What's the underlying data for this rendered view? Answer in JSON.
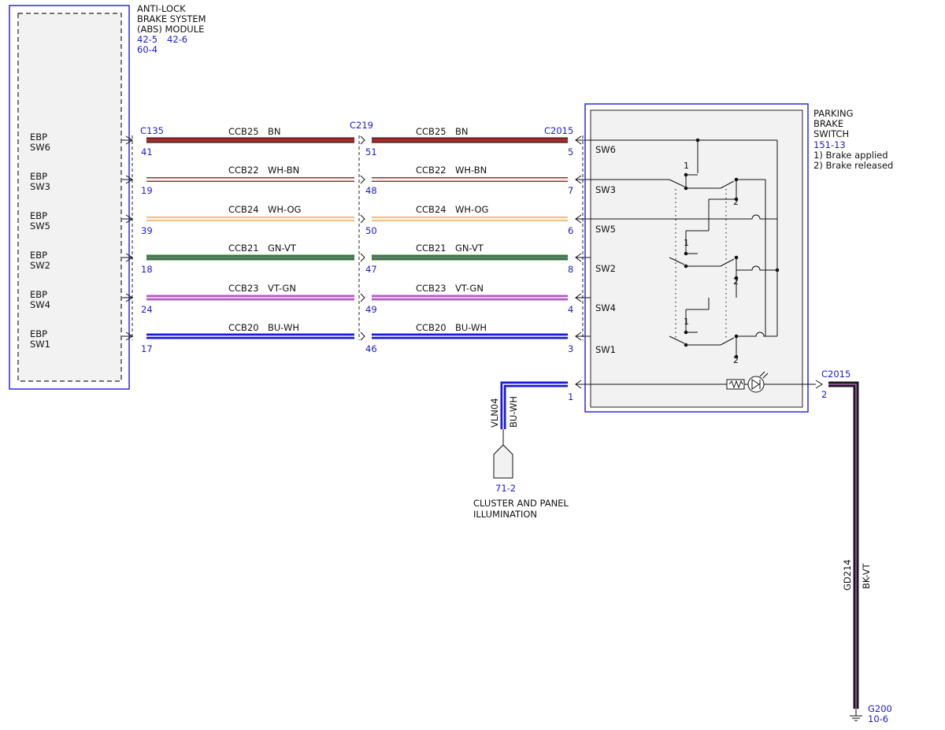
{
  "colors": {
    "ref_blue": "#1a1ad6",
    "BN": "#a52a2a",
    "WH": "#ffffff",
    "OG": "#f0c080",
    "GN": "#2e7d32",
    "VT": "#b05cc0",
    "BU": "#1a1adc",
    "BK": "#1a1a1a"
  },
  "abs_module": {
    "title_lines": [
      "ANTI-LOCK",
      "BRAKE SYSTEM",
      "(ABS) MODULE"
    ],
    "refs": [
      "42-5",
      "42-6",
      "60-4"
    ],
    "pins": [
      {
        "l1": "EBP",
        "l2": "SW6",
        "pin": "41"
      },
      {
        "l1": "EBP",
        "l2": "SW3",
        "pin": "19"
      },
      {
        "l1": "EBP",
        "l2": "SW5",
        "pin": "39"
      },
      {
        "l1": "EBP",
        "l2": "SW2",
        "pin": "18"
      },
      {
        "l1": "EBP",
        "l2": "SW4",
        "pin": "24"
      },
      {
        "l1": "EBP",
        "l2": "SW1",
        "pin": "17"
      }
    ]
  },
  "connectors": {
    "abs": "C135",
    "inline": "C219",
    "switch": "C2015",
    "switch_out": "C2015"
  },
  "wires": [
    {
      "circuit": "CCB25",
      "color": "BN",
      "c219_pin": "51",
      "switch_pin": "5",
      "sw": "SW6"
    },
    {
      "circuit": "CCB22",
      "color": "WH-BN",
      "c219_pin": "48",
      "switch_pin": "7",
      "sw": "SW3"
    },
    {
      "circuit": "CCB24",
      "color": "WH-OG",
      "c219_pin": "50",
      "switch_pin": "6",
      "sw": "SW5"
    },
    {
      "circuit": "CCB21",
      "color": "GN-VT",
      "c219_pin": "47",
      "switch_pin": "8",
      "sw": "SW2"
    },
    {
      "circuit": "CCB23",
      "color": "VT-GN",
      "c219_pin": "49",
      "switch_pin": "4",
      "sw": "SW4"
    },
    {
      "circuit": "CCB20",
      "color": "BU-WH",
      "c219_pin": "46",
      "switch_pin": "3",
      "sw": "SW1"
    }
  ],
  "switch": {
    "title_lines": [
      "PARKING",
      "BRAKE",
      "SWITCH"
    ],
    "ref": "151-13",
    "legend": [
      "1) Brake applied",
      "2) Brake released"
    ],
    "position_labels": [
      "1",
      "2"
    ],
    "illum_pin": "1",
    "ground_pin": "2"
  },
  "illumination": {
    "circuit": "VLN04",
    "color": "BU-WH",
    "ref": "71-2",
    "label_lines": [
      "CLUSTER AND PANEL",
      "ILLUMINATION"
    ]
  },
  "ground": {
    "circuit": "GD214",
    "color": "BK-VT",
    "point": "G200",
    "ref": "10-6"
  }
}
